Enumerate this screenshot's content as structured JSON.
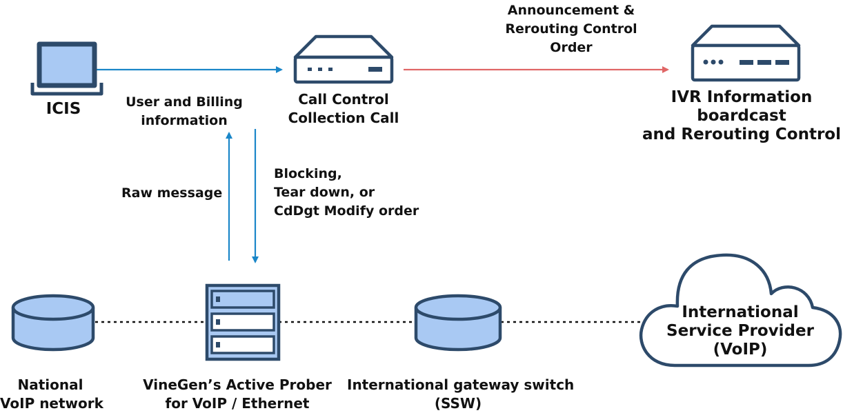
{
  "nodes": {
    "icis": {
      "label": "ICIS"
    },
    "call_control": {
      "lines": [
        "Call Control",
        "Collection Call"
      ]
    },
    "ivr": {
      "lines": [
        "IVR Information",
        "boardcast",
        "and Rerouting Control"
      ]
    },
    "national": {
      "lines": [
        "National",
        "VoIP network"
      ]
    },
    "prober": {
      "lines": [
        "VineGen’s Active Prober",
        "for VoIP / Ethernet"
      ]
    },
    "gateway": {
      "lines": [
        "International gateway switch",
        "(SSW)"
      ]
    },
    "isp": {
      "lines": [
        "International",
        "Service Provider",
        "(VoIP)"
      ]
    }
  },
  "edges": {
    "user_billing": {
      "lines": [
        "User and Billing",
        "information"
      ]
    },
    "announcement": {
      "lines": [
        "Announcement &",
        "Rerouting Control",
        "Order"
      ]
    },
    "raw_message": {
      "label": "Raw message"
    },
    "blocking": {
      "lines": [
        "Blocking,",
        "Tear down, or",
        "CdDgt Modify order"
      ]
    }
  },
  "colors": {
    "blue_arrow": "#1a86c8",
    "red_arrow": "#e06666",
    "icon_stroke": "#2d4a6a",
    "icon_fill": "#a9c9f3",
    "icon_white": "#ffffff"
  }
}
